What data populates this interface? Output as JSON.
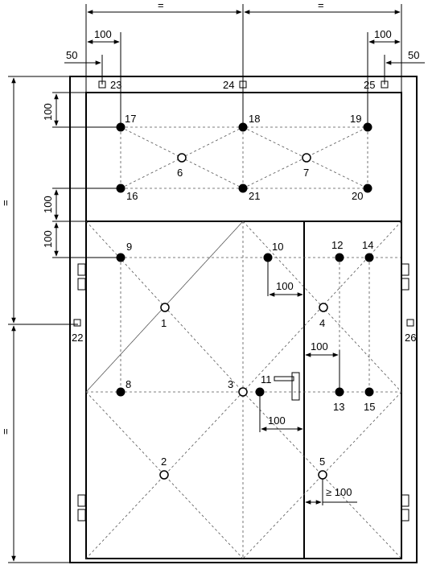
{
  "dimensions": {
    "top_eq_left": "=",
    "top_eq_right": "=",
    "top_100_left": "100",
    "top_100_right": "100",
    "top_50_left": "50",
    "top_50_right": "50",
    "left_100_a": "100",
    "left_100_b": "100",
    "left_100_c": "100",
    "left_eq_top": "=",
    "left_eq_bottom": "=",
    "inner_100_a": "100",
    "inner_100_b": "100",
    "inner_100_c": "100",
    "inner_ge_100": "≥ 100"
  },
  "points": {
    "p1": "1",
    "p2": "2",
    "p3": "3",
    "p4": "4",
    "p5": "5",
    "p6": "6",
    "p7": "7",
    "p8": "8",
    "p9": "9",
    "p10": "10",
    "p11": "11",
    "p12": "12",
    "p13": "13",
    "p14": "14",
    "p15": "15",
    "p16": "16",
    "p17": "17",
    "p18": "18",
    "p19": "19",
    "p20": "20",
    "p21": "21",
    "p22": "22",
    "p23": "23",
    "p24": "24",
    "p25": "25",
    "p26": "26"
  }
}
